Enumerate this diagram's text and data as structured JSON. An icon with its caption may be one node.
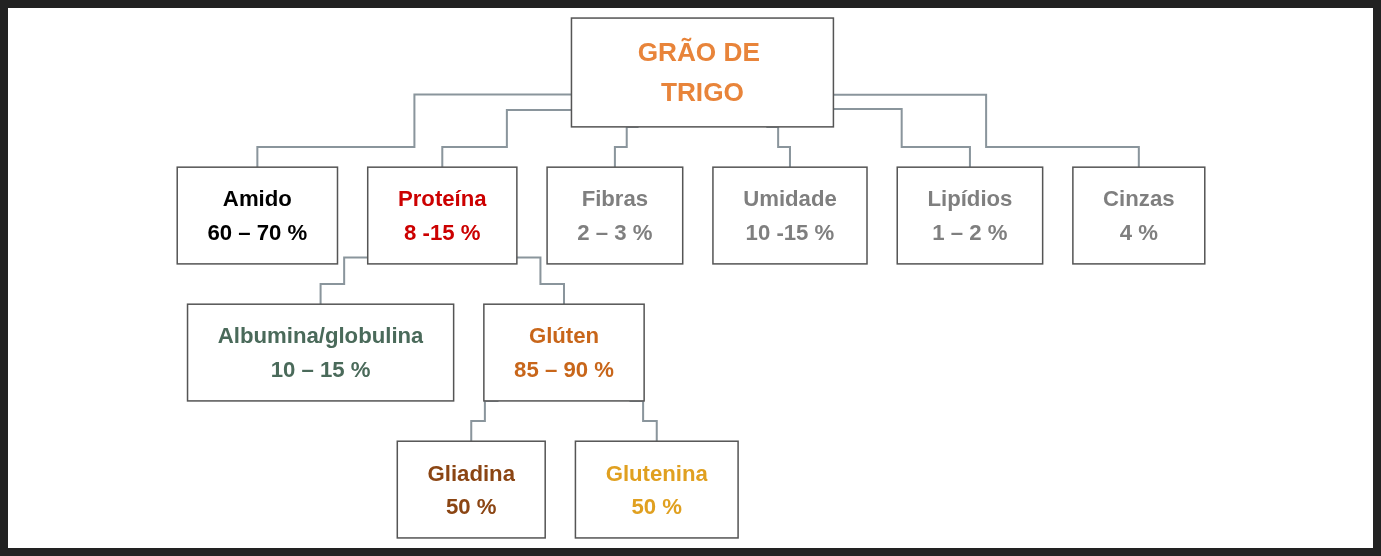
{
  "diagram": {
    "nodes": [
      {
        "text": [
          "GRÃO DE TRIGO"
        ]
      },
      {
        "text": [
          "Amido",
          "60 – 70 %"
        ]
      },
      {
        "text": [
          "Proteína",
          "8 -15 %"
        ]
      },
      {
        "text": [
          "Fibras",
          "2 – 3 %"
        ]
      },
      {
        "text": [
          "Umidade",
          "10 -15 %"
        ]
      },
      {
        "text": [
          "Lipídios",
          "1 – 2 %"
        ]
      },
      {
        "text": [
          "Cinzas",
          "4 %"
        ]
      },
      {
        "text": [
          "Albumina/globulina",
          "10 – 15 %"
        ]
      },
      {
        "text": [
          "Glúten",
          "85 – 90 %"
        ]
      },
      {
        "text": [
          "Gliadina",
          "50 %"
        ]
      },
      {
        "text": [
          "Glutenina",
          "50 %"
        ]
      }
    ],
    "edges": [
      {
        "from": 0,
        "to": 1,
        "arrow": "none"
      },
      {
        "from": 0,
        "to": 2,
        "arrow": "none"
      },
      {
        "from": 0,
        "to": 3,
        "arrow": "none"
      },
      {
        "from": 0,
        "to": 4,
        "arrow": "none"
      },
      {
        "from": 0,
        "to": 5,
        "arrow": "none"
      },
      {
        "from": 0,
        "to": 6,
        "arrow": "none"
      },
      {
        "from": 2,
        "to": 7,
        "arrow": "none"
      },
      {
        "from": 2,
        "to": 8,
        "arrow": "none"
      },
      {
        "from": 8,
        "to": 9,
        "arrow": "none"
      },
      {
        "from": 8,
        "to": 10,
        "arrow": "none"
      }
    ]
  }
}
